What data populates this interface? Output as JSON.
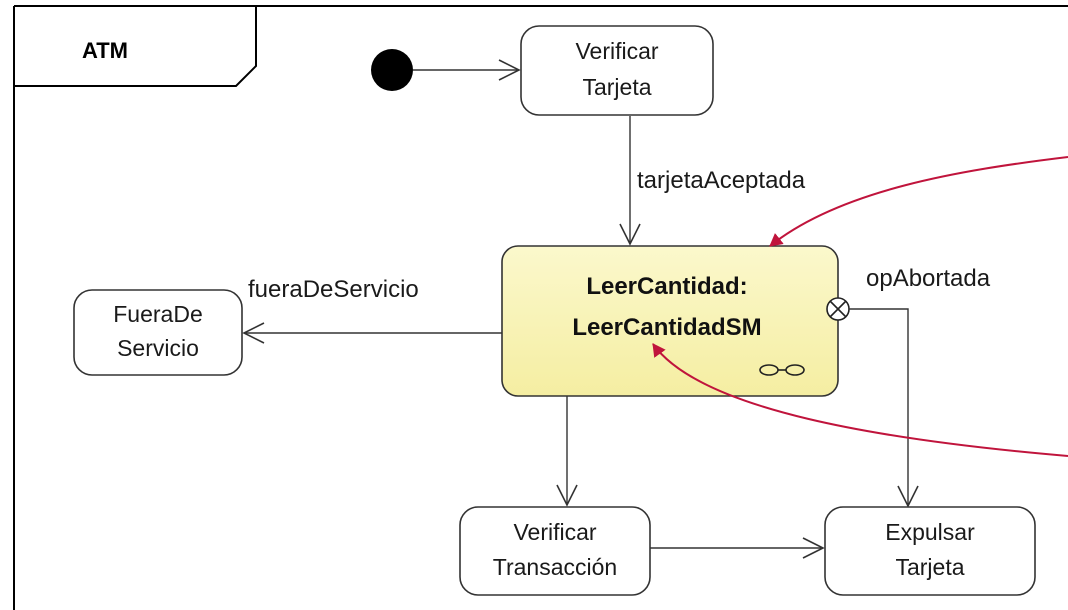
{
  "frame": {
    "title": "ATM"
  },
  "states": {
    "verificar_tarjeta": {
      "line1": "Verificar",
      "line2": "Tarjeta"
    },
    "leer_cantidad": {
      "line1": "LeerCantidad:",
      "line2": "LeerCantidadSM"
    },
    "fuera_de_servicio": {
      "line1": "FueraDe",
      "line2": "Servicio"
    },
    "verificar_transaccion": {
      "line1": "Verificar",
      "line2": "Transacción"
    },
    "expulsar_tarjeta": {
      "line1": "Expulsar",
      "line2": "Tarjeta"
    }
  },
  "transitions": {
    "tarjeta_aceptada": "tarjetaAceptada",
    "fuera_de_servicio": "fueraDeServicio",
    "op_abortada": "opAbortada"
  },
  "colors": {
    "submachine_fill": "#f8f3b4",
    "annotation_arrow": "#c0143c",
    "line": "#333333"
  },
  "icons": {
    "submachine": "submachine-link-icon",
    "exit_point": "exit-point-icon",
    "initial": "initial-node-icon"
  }
}
